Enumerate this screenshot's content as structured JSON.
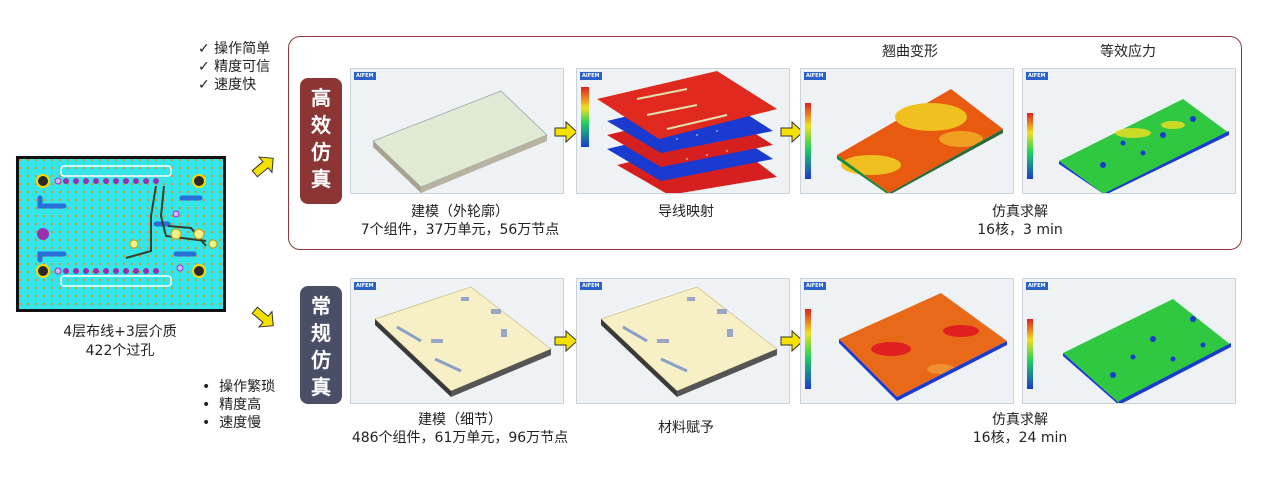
{
  "left_board": {
    "caption_line1": "4层布线+3层介质",
    "caption_line2": "422个过孔"
  },
  "efficient": {
    "badge": [
      "高",
      "效",
      "仿",
      "真"
    ],
    "bullets": [
      "✓ 操作简单",
      "✓ 精度可信",
      "✓ 速度快"
    ],
    "step1_caption_line1": "建模（外轮廓）",
    "step1_caption_line2": "7个组件，37万单元，56万节点",
    "step2_caption": "导线映射",
    "result_caption_line1": "仿真求解",
    "result_caption_line2": "16核，3 min",
    "warp_title": "翘曲变形",
    "stress_title": "等效应力"
  },
  "conventional": {
    "badge": [
      "常",
      "规",
      "仿",
      "真"
    ],
    "bullets": [
      "操作繁琐",
      "精度高",
      "速度慢"
    ],
    "step1_caption_line1": "建模（细节）",
    "step1_caption_line2": "486个组件，61万单元，96万节点",
    "step2_caption": "材料赋予",
    "result_caption_line1": "仿真求解",
    "result_caption_line2": "16核，24 min"
  },
  "panel_logo": "AIFEM",
  "colors": {
    "badge_efficient": "#8b3535",
    "badge_conventional": "#4a4f68",
    "arrow": "#f5e100",
    "frame": "#8a3a3a"
  }
}
